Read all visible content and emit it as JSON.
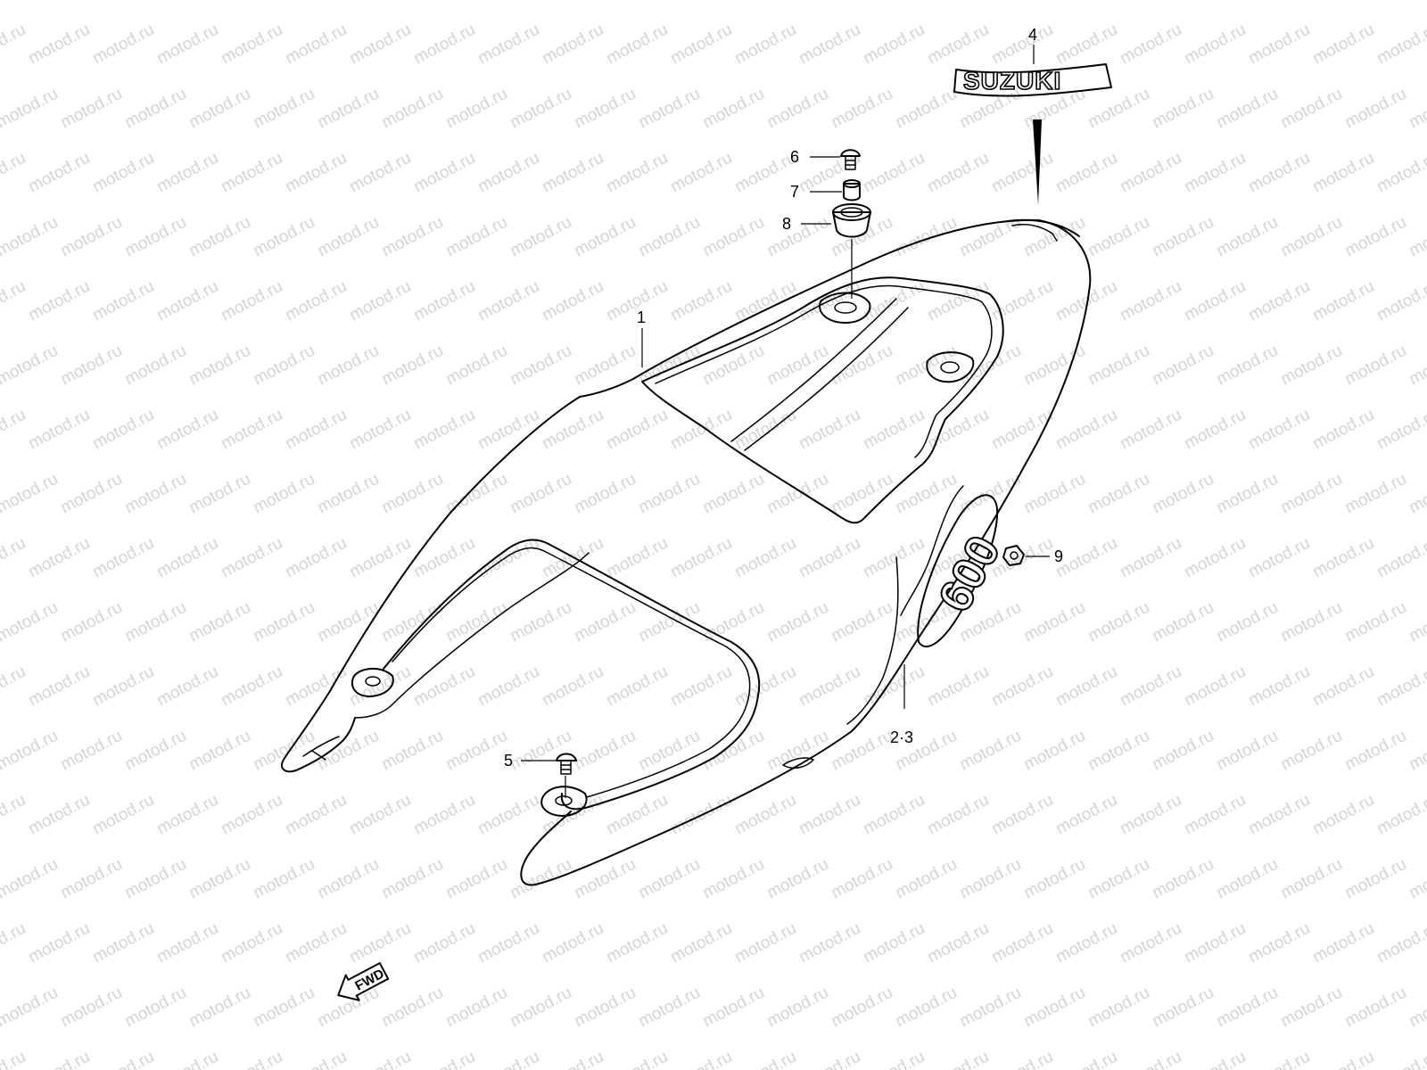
{
  "watermark": {
    "text": "motod.ru"
  },
  "callouts": [
    {
      "id": "1",
      "label": "1"
    },
    {
      "id": "2-3",
      "label": "2·3"
    },
    {
      "id": "4",
      "label": "4"
    },
    {
      "id": "5",
      "label": "5"
    },
    {
      "id": "6",
      "label": "6"
    },
    {
      "id": "7",
      "label": "7"
    },
    {
      "id": "8",
      "label": "8"
    },
    {
      "id": "9",
      "label": "9"
    }
  ],
  "emblem": {
    "text": "SUZUKI"
  },
  "side_badge": {
    "text": "600"
  },
  "direction_arrow": {
    "text": "FWD"
  },
  "colors": {
    "line": "#000000",
    "watermark": "#d4d4d4",
    "background": "#ffffff"
  }
}
